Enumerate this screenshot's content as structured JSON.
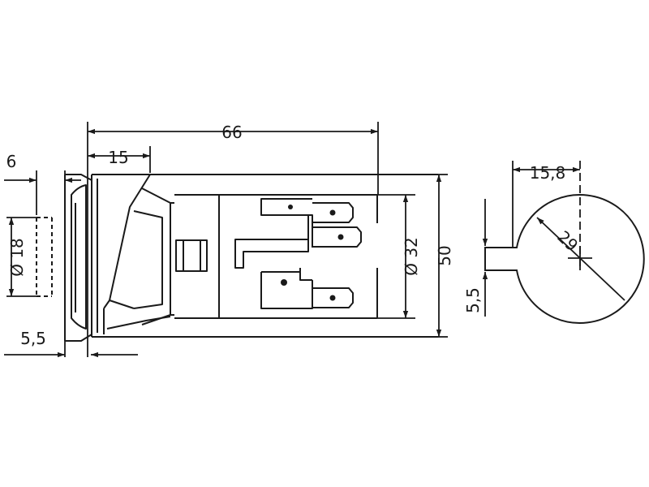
{
  "dimensions": {
    "overall_length": "66",
    "front_depth": "15",
    "bezel_thickness": "6",
    "lens_diameter": "Ø 18",
    "flange_offset": "5,5",
    "body_diameter": "Ø 32",
    "body_height": "50",
    "cutout_offset": "15,8",
    "cutout_diameter": "29",
    "key_width": "5,5"
  },
  "colors": {
    "stroke": "#1a1a1a",
    "background": "#ffffff"
  }
}
